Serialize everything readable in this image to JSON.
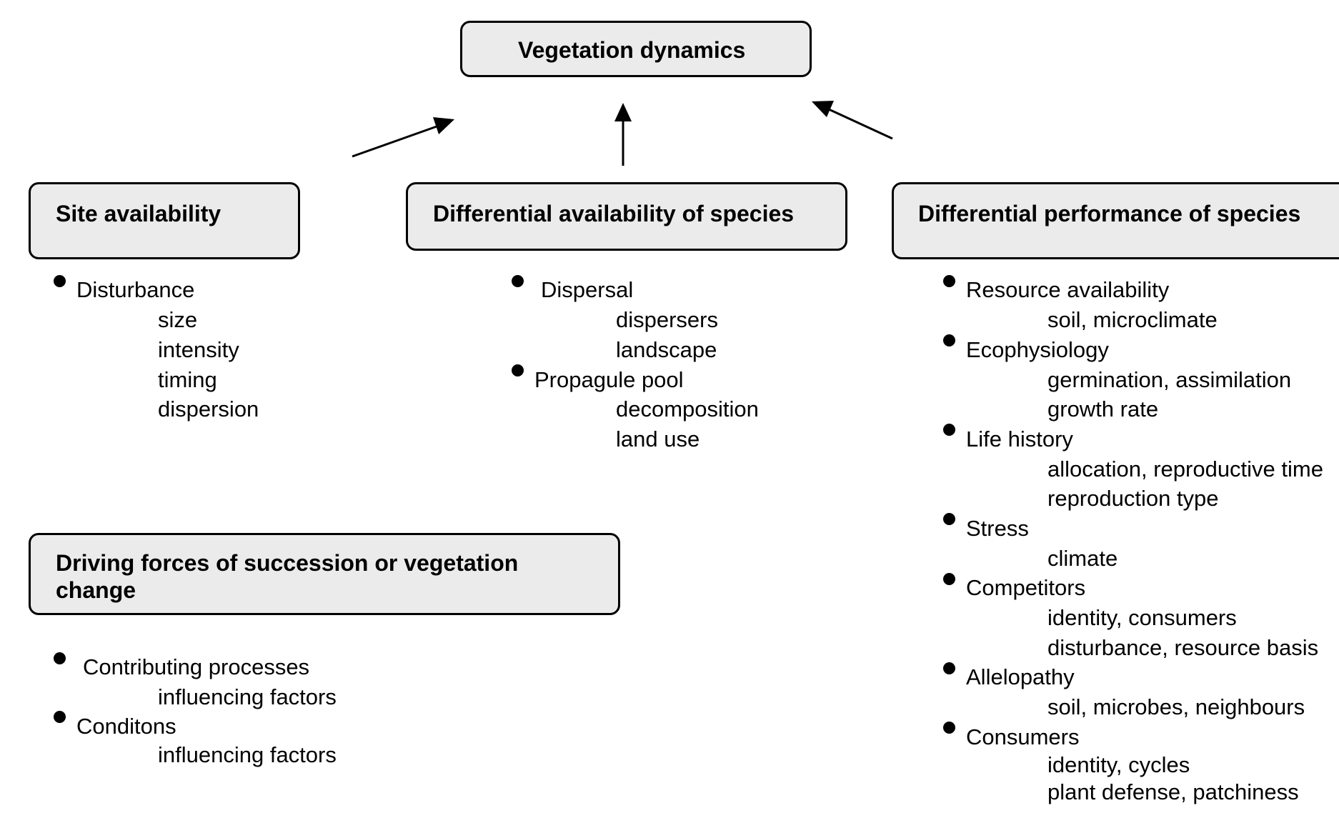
{
  "title": "Vegetation dynamics",
  "boxes": {
    "site": "Site availability",
    "species_availability": "Differential availability of species",
    "species_performance": "Differential performance of species",
    "driving_forces_line1": "Driving forces of succession or vegetation",
    "driving_forces_line2": "change"
  },
  "site_list": {
    "item1": "Disturbance",
    "subs": [
      "size",
      "intensity",
      "timing",
      "dispersion"
    ]
  },
  "availability_list": {
    "item1": "Dispersal",
    "item1_subs": [
      "dispersers",
      "landscape"
    ],
    "item2": "Propagule pool",
    "item2_subs": [
      "decomposition",
      "land use"
    ]
  },
  "performance_list": [
    {
      "label": "Resource availability",
      "subs": [
        "soil, microclimate"
      ]
    },
    {
      "label": "Ecophysiology",
      "subs": [
        "germination, assimilation",
        "growth rate"
      ]
    },
    {
      "label": "Life history",
      "subs": [
        "allocation, reproductive time",
        "reproduction type"
      ]
    },
    {
      "label": "Stress",
      "subs": [
        "climate"
      ]
    },
    {
      "label": "Competitors",
      "subs": [
        "identity, consumers",
        "disturbance, resource basis"
      ]
    },
    {
      "label": "Allelopathy",
      "subs": [
        "soil, microbes, neighbours"
      ]
    },
    {
      "label": "Consumers",
      "subs": [
        "identity, cycles",
        "plant defense, patchiness"
      ]
    }
  ],
  "driving_list": {
    "item1": "Contributing processes",
    "item1_sub": "influencing  factors",
    "item2": "Conditons",
    "item2_sub": "influencing  factors"
  }
}
